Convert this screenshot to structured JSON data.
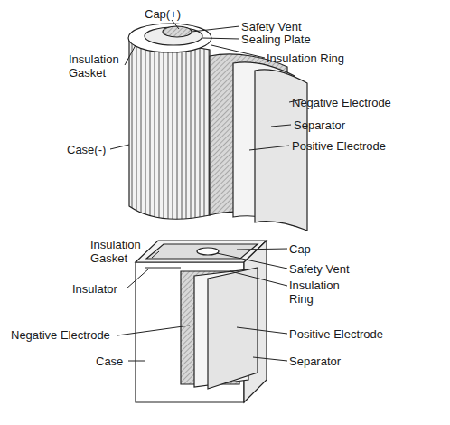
{
  "diagram": {
    "labels": [
      "Cap(+)",
      "Safety Vent",
      "Sealing Plate",
      "Insulation Gasket",
      "Insulation Ring",
      "Negative Electrode",
      "Separator",
      "Positive Electrode",
      "Case(-)",
      "Insulation Gasket",
      "Cap",
      "Safety Vent",
      "Insulator",
      "Insulation Ring",
      "Negative Electrode",
      "Positive Electrode",
      "Case",
      "Separator"
    ]
  }
}
